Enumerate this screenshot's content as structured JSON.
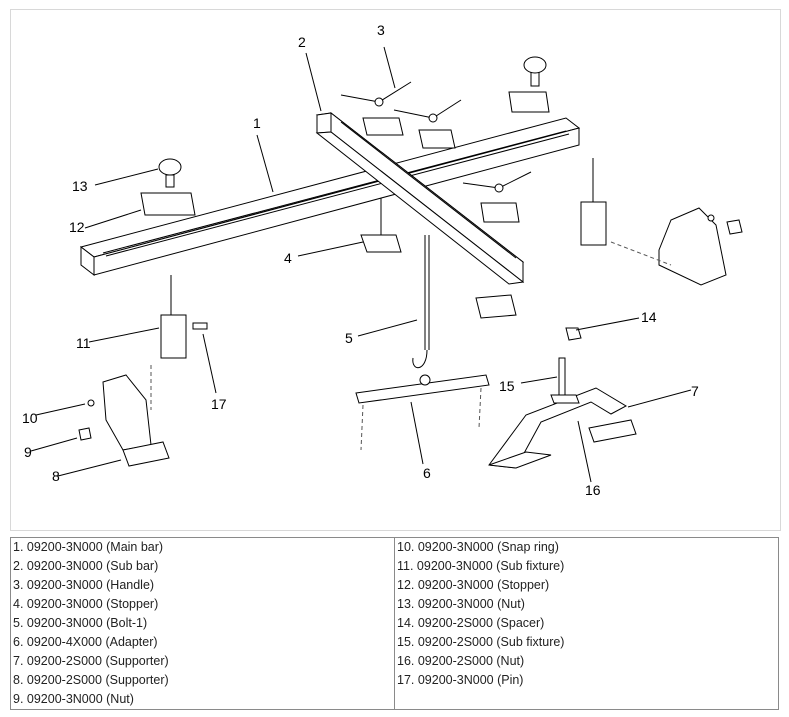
{
  "callouts": [
    "1",
    "2",
    "3",
    "4",
    "5",
    "6",
    "7",
    "8",
    "9",
    "10",
    "11",
    "12",
    "13",
    "14",
    "15",
    "16",
    "17"
  ],
  "parts": {
    "left": [
      "1. 09200-3N000 (Main bar)",
      "2. 09200-3N000 (Sub bar)",
      "3. 09200-3N000 (Handle)",
      "4. 09200-3N000 (Stopper)",
      "5. 09200-3N000 (Bolt-1)",
      "6. 09200-4X000 (Adapter)",
      "7. 09200-2S000 (Supporter)",
      "8. 09200-2S000 (Supporter)",
      "9. 09200-3N000 (Nut)"
    ],
    "right": [
      "10. 09200-3N000 (Snap ring)",
      "11. 09200-3N000 (Sub fixture)",
      "12. 09200-3N000 (Stopper)",
      "13. 09200-3N000 (Nut)",
      "14. 09200-2S000 (Spacer)",
      "15. 09200-2S000 (Sub fixture)",
      "16. 09200-2S000 (Nut)",
      "17. 09200-3N000 (Pin)"
    ]
  }
}
